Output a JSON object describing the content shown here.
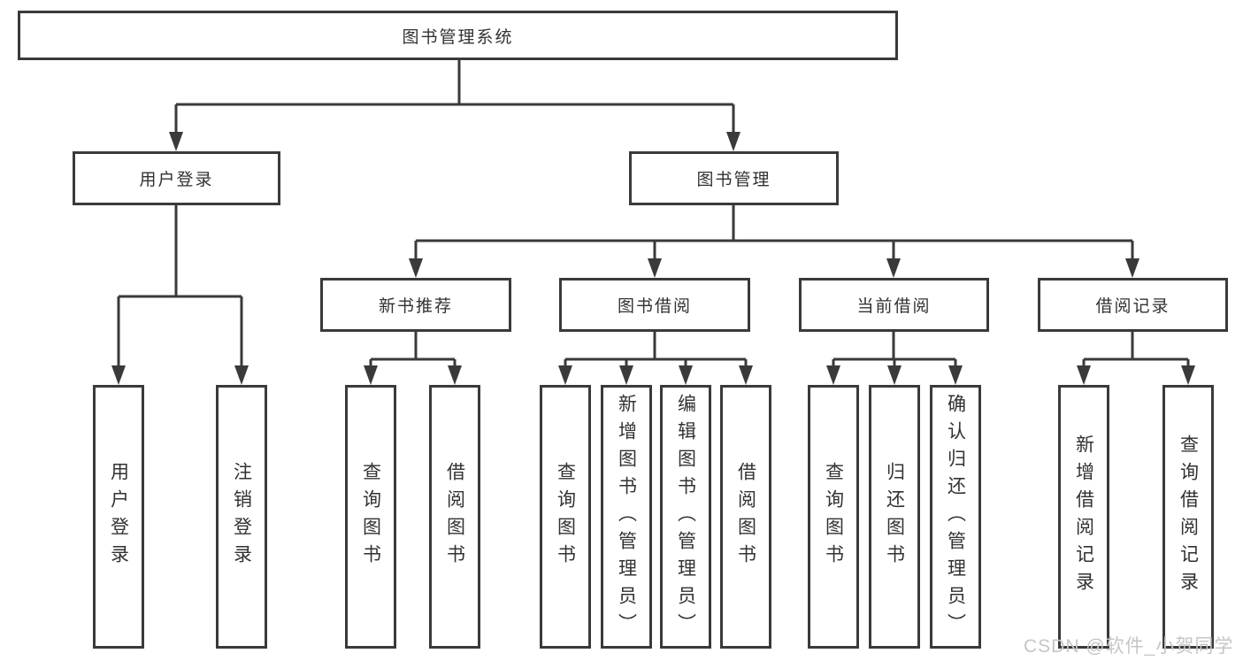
{
  "colors": {
    "line": "#3a3a3a",
    "text": "#323232",
    "background": "#ffffff",
    "watermark_text": "#c6c6c6"
  },
  "tree": {
    "root": {
      "label": "图书管理系统",
      "children": [
        {
          "label": "用户登录",
          "children": [
            {
              "label": "用户登录"
            },
            {
              "label": "注销登录"
            }
          ]
        },
        {
          "label": "图书管理",
          "children": [
            {
              "label": "新书推荐",
              "children": [
                {
                  "label": "查询图书"
                },
                {
                  "label": "借阅图书"
                }
              ]
            },
            {
              "label": "图书借阅",
              "children": [
                {
                  "label": "查询图书"
                },
                {
                  "label": "新增图书（管理员）"
                },
                {
                  "label": "编辑图书（管理员）"
                },
                {
                  "label": "借阅图书"
                }
              ]
            },
            {
              "label": "当前借阅",
              "children": [
                {
                  "label": "查询图书"
                },
                {
                  "label": "归还图书"
                },
                {
                  "label": "确认归还（管理员）"
                }
              ]
            },
            {
              "label": "借阅记录",
              "children": [
                {
                  "label": "新增借阅记录"
                },
                {
                  "label": "查询借阅记录"
                }
              ]
            }
          ]
        }
      ]
    }
  },
  "watermark": {
    "text": "CSDN @软件_小贺同学"
  }
}
